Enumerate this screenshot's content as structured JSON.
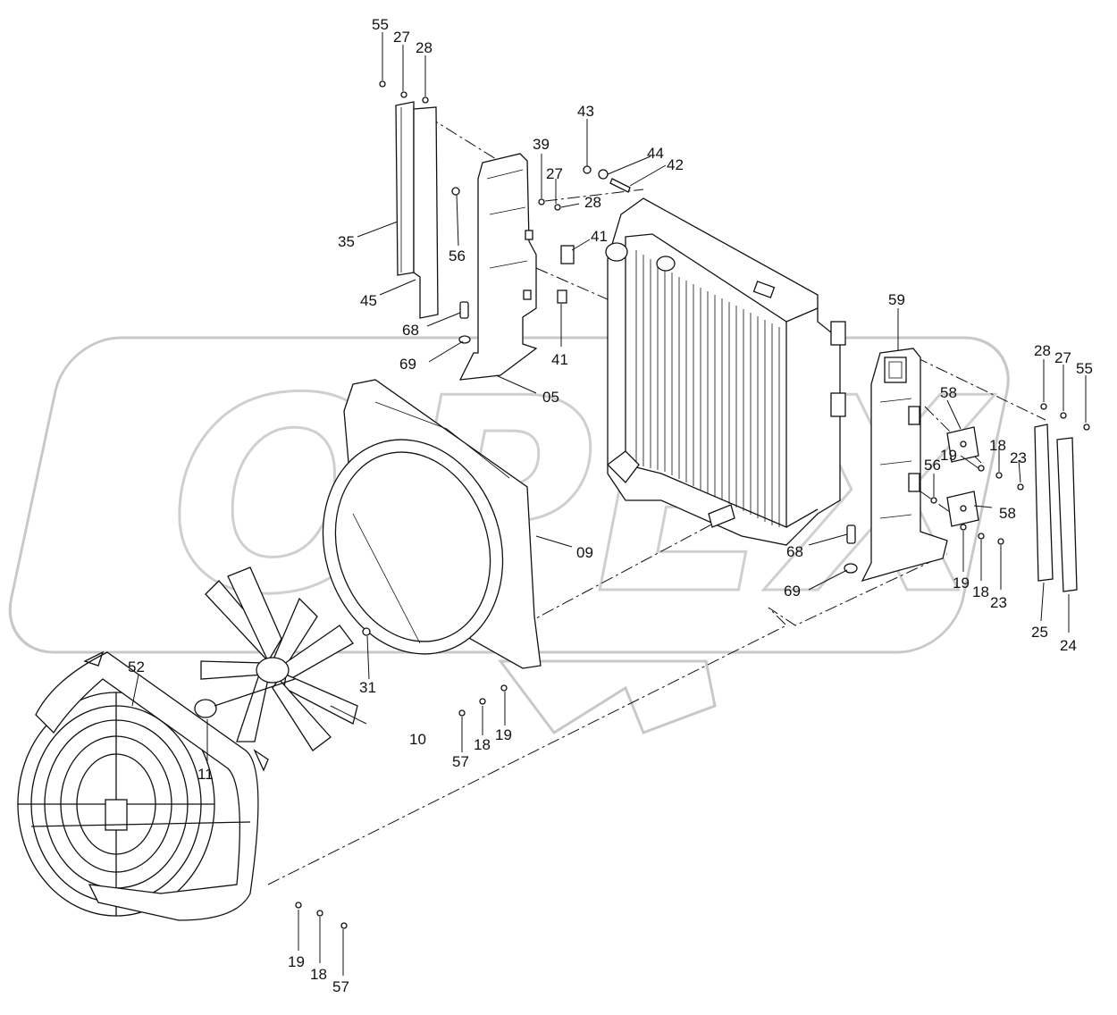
{
  "watermark": {
    "text": "OPEX"
  },
  "labels": [
    {
      "id": "l55a",
      "text": "55"
    },
    {
      "id": "l27a",
      "text": "27"
    },
    {
      "id": "l28a",
      "text": "28"
    },
    {
      "id": "l35",
      "text": "35"
    },
    {
      "id": "l45",
      "text": "45"
    },
    {
      "id": "l39",
      "text": "39"
    },
    {
      "id": "l27b",
      "text": "27"
    },
    {
      "id": "l28b",
      "text": "28"
    },
    {
      "id": "l56a",
      "text": "56"
    },
    {
      "id": "l68a",
      "text": "68"
    },
    {
      "id": "l69a",
      "text": "69"
    },
    {
      "id": "l05",
      "text": "05"
    },
    {
      "id": "l41a",
      "text": "41"
    },
    {
      "id": "l41b",
      "text": "41"
    },
    {
      "id": "l43",
      "text": "43"
    },
    {
      "id": "l44",
      "text": "44"
    },
    {
      "id": "l42",
      "text": "42"
    },
    {
      "id": "l59",
      "text": "59"
    },
    {
      "id": "l58a",
      "text": "58"
    },
    {
      "id": "l58b",
      "text": "58"
    },
    {
      "id": "l56b",
      "text": "56"
    },
    {
      "id": "l19a",
      "text": "19"
    },
    {
      "id": "l18a",
      "text": "18"
    },
    {
      "id": "l23a",
      "text": "23"
    },
    {
      "id": "l19b",
      "text": "19"
    },
    {
      "id": "l18b",
      "text": "18"
    },
    {
      "id": "l23b",
      "text": "23"
    },
    {
      "id": "l68b",
      "text": "68"
    },
    {
      "id": "l69b",
      "text": "69"
    },
    {
      "id": "l28c",
      "text": "28"
    },
    {
      "id": "l27c",
      "text": "27"
    },
    {
      "id": "l55b",
      "text": "55"
    },
    {
      "id": "l25",
      "text": "25"
    },
    {
      "id": "l24",
      "text": "24"
    },
    {
      "id": "l09",
      "text": "09"
    },
    {
      "id": "l31",
      "text": "31"
    },
    {
      "id": "l10",
      "text": "10"
    },
    {
      "id": "l11",
      "text": "11"
    },
    {
      "id": "l52",
      "text": "52"
    },
    {
      "id": "l57a",
      "text": "57"
    },
    {
      "id": "l18c",
      "text": "18"
    },
    {
      "id": "l19c",
      "text": "19"
    },
    {
      "id": "l19d",
      "text": "19"
    },
    {
      "id": "l18d",
      "text": "18"
    },
    {
      "id": "l57b",
      "text": "57"
    }
  ]
}
